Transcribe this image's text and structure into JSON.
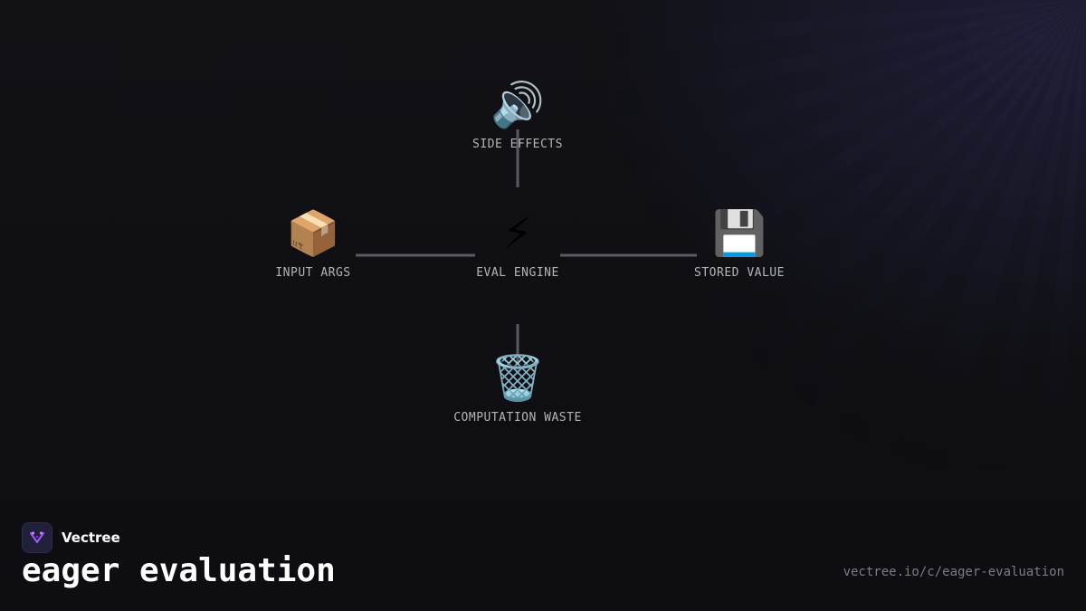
{
  "diagram": {
    "nodes": [
      {
        "id": "side_effects",
        "icon": "🔊",
        "icon_name": "speaker-icon",
        "label": "SIDE EFFECTS"
      },
      {
        "id": "input_args",
        "icon": "📦",
        "icon_name": "package-icon",
        "label": "INPUT ARGS"
      },
      {
        "id": "eval_engine",
        "icon": "⚡",
        "icon_name": "lightning-icon",
        "label": "EVAL ENGINE"
      },
      {
        "id": "stored_value",
        "icon": "💾",
        "icon_name": "floppy-disk-icon",
        "label": "STORED VALUE"
      },
      {
        "id": "computation_waste",
        "icon": "🗑️",
        "icon_name": "trash-icon",
        "label": "COMPUTATION WASTE"
      }
    ],
    "edges": [
      {
        "from": "eval_engine",
        "to": "side_effects"
      },
      {
        "from": "input_args",
        "to": "eval_engine"
      },
      {
        "from": "eval_engine",
        "to": "stored_value"
      },
      {
        "from": "eval_engine",
        "to": "computation_waste"
      }
    ],
    "edge_color": "#5a5a60"
  },
  "footer": {
    "brand_name": "Vectree",
    "title": "eager evaluation",
    "url": "vectree.io/c/eager-evaluation"
  },
  "colors": {
    "background": "#0f0f14",
    "label": "#b4b4b8",
    "title": "#ffffff",
    "url": "#7c7c82",
    "brand_accent": "#a855f7"
  }
}
